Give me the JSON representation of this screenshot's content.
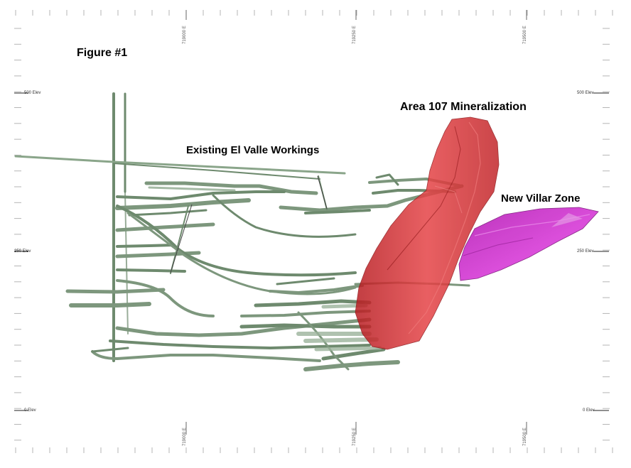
{
  "figure": {
    "title": "Figure #1"
  },
  "labels": {
    "area107": "Area 107 Mineralization",
    "workings": "Existing El Valle Workings",
    "villar": "New Villar Zone"
  },
  "elevation_labels": {
    "top_left": "500 Elev",
    "mid_left": "250 Elev",
    "bot_left": "0 Elev",
    "top_right": "500 Elev",
    "mid_right": "250 Elev",
    "bot_right": "0 Elev"
  },
  "easting_labels": {
    "e1_top": "719000 E",
    "e2_top": "719250 E",
    "e3_top": "719500 E",
    "e1_bot": "719000 E",
    "e2_bot": "719250 E",
    "e3_bot": "719500 E"
  },
  "colors": {
    "workings": "#6e8a6e",
    "workings_light": "#9bb39b",
    "mineralization": "#d42d2f",
    "villar": "#c828c8"
  }
}
